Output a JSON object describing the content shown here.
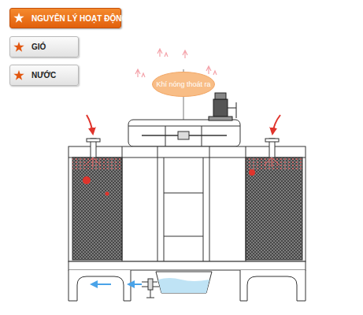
{
  "diagram": {
    "nodes": [
      {
        "text": [
          "NGUYÊN LÝ HOẠT ĐỘNG"
        ]
      },
      {
        "text": [
          "GIÓ"
        ]
      },
      {
        "text": [
          "NƯỚC"
        ]
      },
      {
        "text": [
          "Khí nóng thoát ra"
        ]
      }
    ],
    "edges": []
  }
}
